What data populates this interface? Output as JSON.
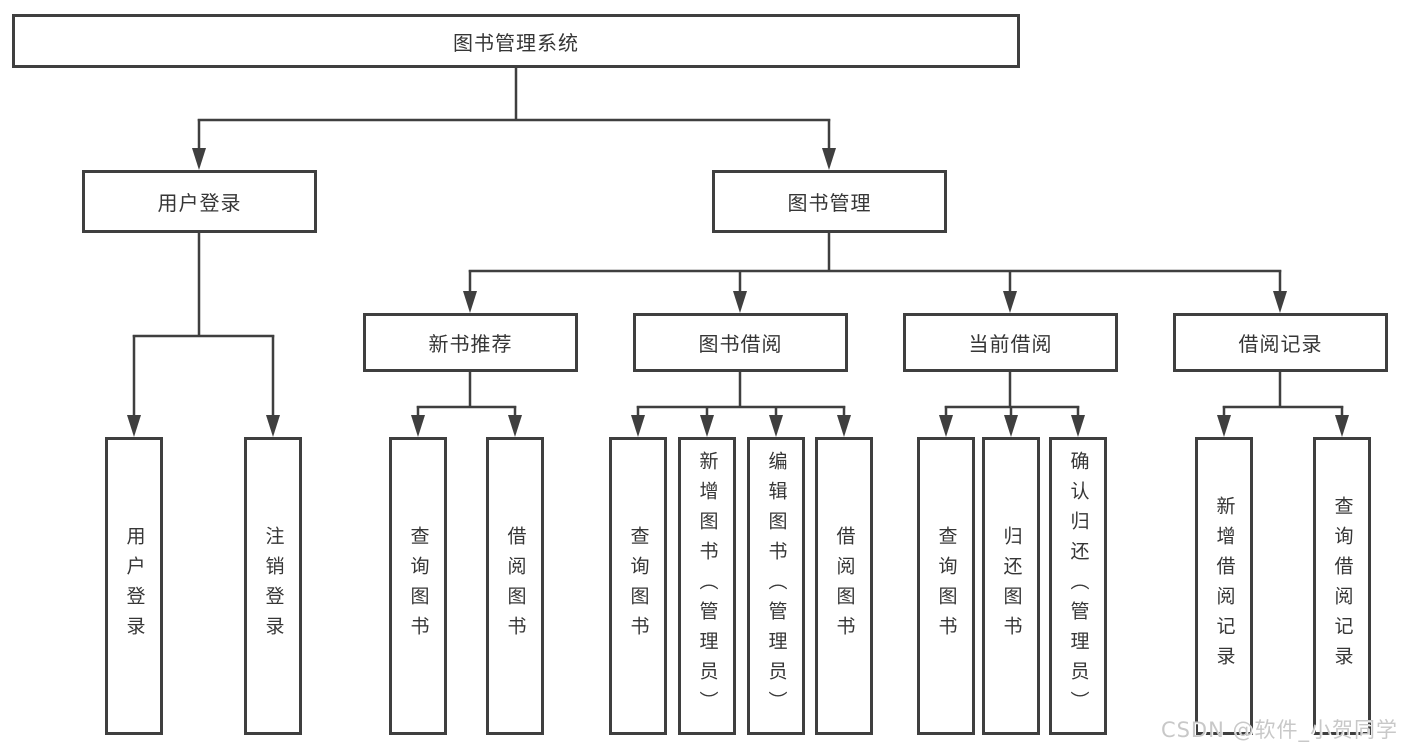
{
  "colors": {
    "line": "#3f3f3f",
    "text": "#363636",
    "background": "#ffffff",
    "watermark": "#c8c8c8"
  },
  "watermark": {
    "text": "CSDN @软件_小贺同学"
  },
  "diagram": {
    "root": {
      "label": "图书管理系统"
    },
    "branches": [
      {
        "label": "用户登录",
        "children": [
          {
            "label": "用户登录"
          },
          {
            "label": "注销登录"
          }
        ]
      },
      {
        "label": "图书管理",
        "children": [
          {
            "label": "新书推荐",
            "children": [
              {
                "label": "查询图书"
              },
              {
                "label": "借阅图书"
              }
            ]
          },
          {
            "label": "图书借阅",
            "children": [
              {
                "label": "查询图书"
              },
              {
                "label": "新增图书（管理员）"
              },
              {
                "label": "编辑图书（管理员）"
              },
              {
                "label": "借阅图书"
              }
            ]
          },
          {
            "label": "当前借阅",
            "children": [
              {
                "label": "查询图书"
              },
              {
                "label": "归还图书"
              },
              {
                "label": "确认归还（管理员）"
              }
            ]
          },
          {
            "label": "借阅记录",
            "children": [
              {
                "label": "新增借阅记录"
              },
              {
                "label": "查询借阅记录"
              }
            ]
          }
        ]
      }
    ]
  }
}
